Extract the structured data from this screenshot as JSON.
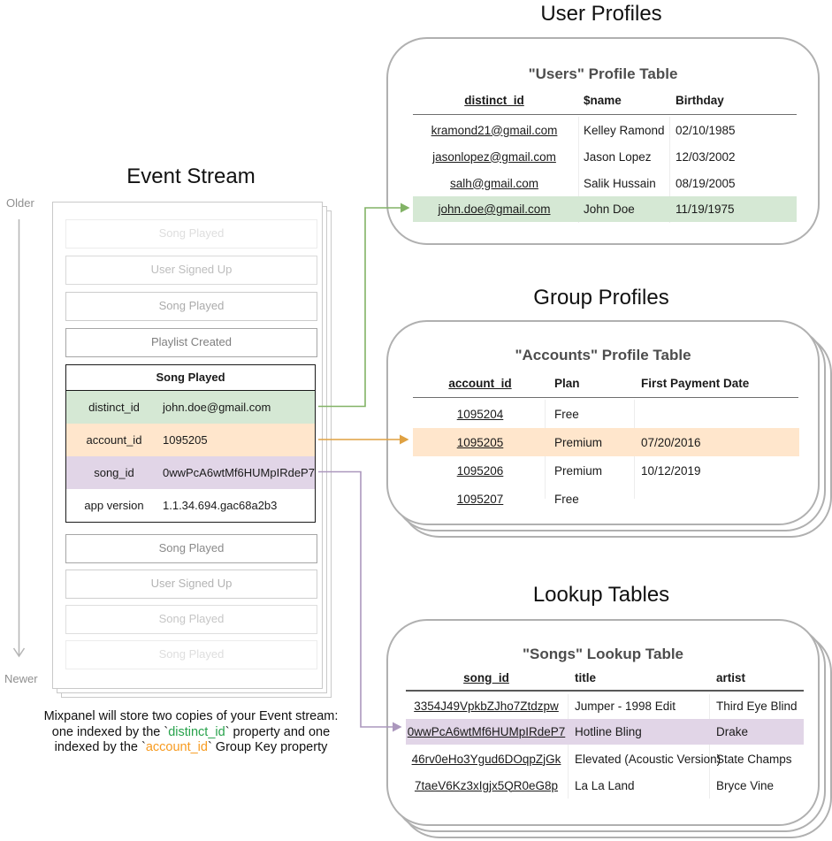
{
  "event_stream": {
    "title": "Event Stream",
    "older_label": "Older",
    "newer_label": "Newer",
    "events_before": [
      "Song Played",
      "User Signed Up",
      "Song Played",
      "Playlist Created"
    ],
    "expanded_event": {
      "title": "Song Played",
      "rows": [
        {
          "key": "distinct_id",
          "value": "john.doe@gmail.com",
          "highlight": "green"
        },
        {
          "key": "account_id",
          "value": "1095205",
          "highlight": "orange"
        },
        {
          "key": "song_id",
          "value": "0wwPcA6wtMf6HUMpIRdeP7",
          "highlight": "purple"
        },
        {
          "key": "app version",
          "value": "1.1.34.694.gac68a2b3",
          "highlight": "none"
        }
      ]
    },
    "events_after": [
      "Song Played",
      "User Signed Up",
      "Song Played",
      "Song Played"
    ]
  },
  "sections": {
    "user_profiles": {
      "title": "User Profiles",
      "table_title": "\"Users\" Profile Table",
      "headers": [
        "distinct_id",
        "$name",
        "Birthday"
      ],
      "rows": [
        [
          "kramond21@gmail.com",
          "Kelley Ramond",
          "02/10/1985"
        ],
        [
          "jasonlopez@gmail.com",
          "Jason Lopez",
          "12/03/2002"
        ],
        [
          "salh@gmail.com",
          "Salik Hussain",
          "08/19/2005"
        ],
        [
          "john.doe@gmail.com",
          "John Doe",
          "11/19/1975"
        ]
      ],
      "highlighted_row": 3
    },
    "group_profiles": {
      "title": "Group Profiles",
      "table_title": "\"Accounts\" Profile Table",
      "headers": [
        "account_id",
        "Plan",
        "First Payment Date"
      ],
      "rows": [
        [
          "1095204",
          "Free",
          ""
        ],
        [
          "1095205",
          "Premium",
          "07/20/2016"
        ],
        [
          "1095206",
          "Premium",
          "10/12/2019"
        ],
        [
          "1095207",
          "Free",
          ""
        ]
      ],
      "highlighted_row": 1
    },
    "lookup_tables": {
      "title": "Lookup Tables",
      "table_title": "\"Songs\" Lookup Table",
      "headers": [
        "song_id",
        "title",
        "artist"
      ],
      "rows": [
        [
          "3354J49VpkbZJho7Ztdzpw",
          "Jumper - 1998 Edit",
          "Third Eye Blind"
        ],
        [
          "0wwPcA6wtMf6HUMpIRdeP7",
          "Hotline Bling",
          "Drake"
        ],
        [
          "46rv0eHo3Ygud6DOqpZjGk",
          "Elevated (Acoustic Version)",
          "State Champs"
        ],
        [
          "7taeV6Kz3xIgjx5QR0eG8p",
          "La La Land",
          "Bryce Vine"
        ]
      ],
      "highlighted_row": 1
    }
  },
  "caption": {
    "line1": "Mixpanel will store two copies of your Event stream:",
    "line2_pre": "one indexed by the `",
    "line2_code": "distinct_id",
    "line2_post": "` property and one",
    "line3_pre": "indexed by the `",
    "line3_code": "account_id",
    "line3_post": "` Group Key property"
  },
  "colors": {
    "green_fill": "#d5e8d4",
    "orange_fill": "#ffe6cc",
    "purple_fill": "#e1d5e7",
    "green_arrow": "#82b366",
    "orange_arrow": "#dfa142",
    "purple_arrow": "#ab97bd",
    "timeline_gray": "#b5b5b5"
  }
}
